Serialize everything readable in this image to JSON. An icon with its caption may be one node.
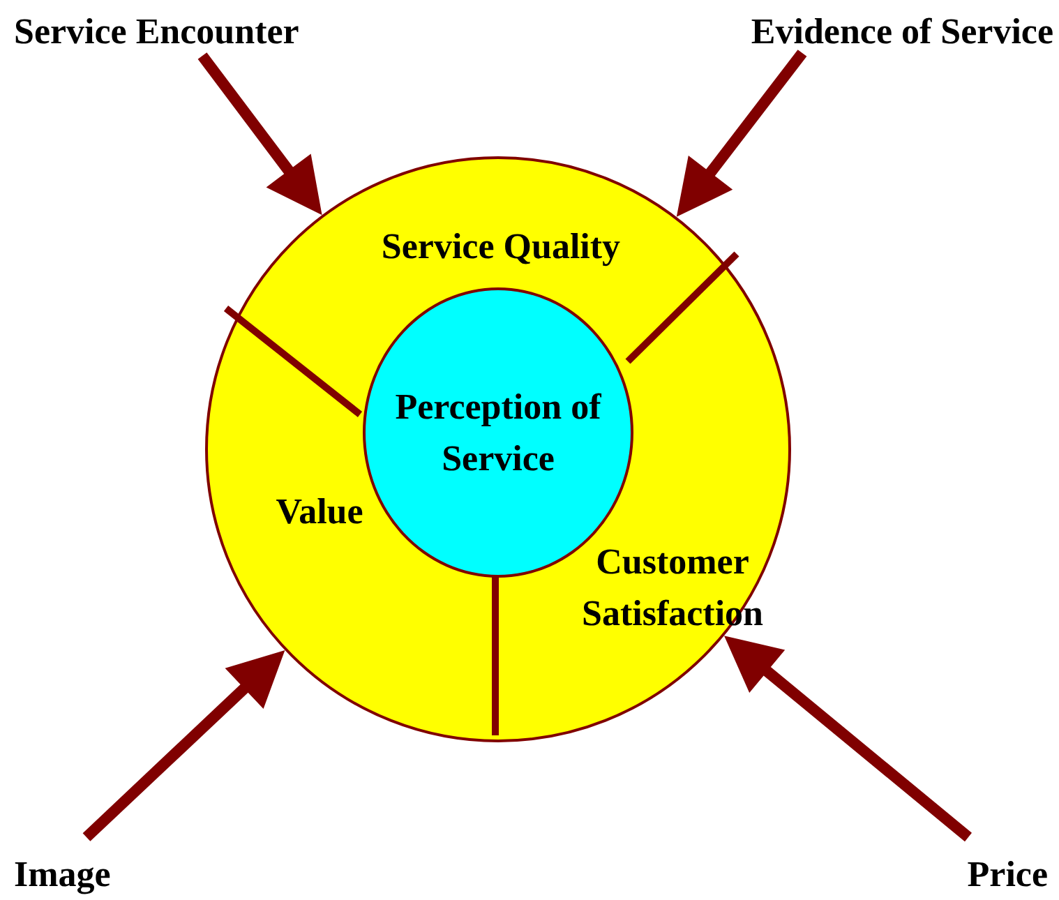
{
  "diagram": {
    "nodes": [
      {
        "text": [
          "Service Encounter"
        ]
      },
      {
        "text": [
          "Evidence of Service"
        ]
      },
      {
        "text": [
          "Service Quality",
          "Value",
          "Customer Satisfaction"
        ]
      },
      {
        "text": [
          "Perception of Service"
        ],
        "in": 2
      },
      {
        "text": [
          "Image"
        ]
      },
      {
        "text": [
          "Price"
        ]
      }
    ],
    "edges": [
      {
        "from": 0,
        "to": 2,
        "arrow": "to"
      },
      {
        "from": 1,
        "to": 2,
        "arrow": "to"
      },
      {
        "from": 4,
        "to": 2,
        "arrow": "to"
      },
      {
        "from": 5,
        "to": 2,
        "arrow": "to"
      }
    ]
  }
}
